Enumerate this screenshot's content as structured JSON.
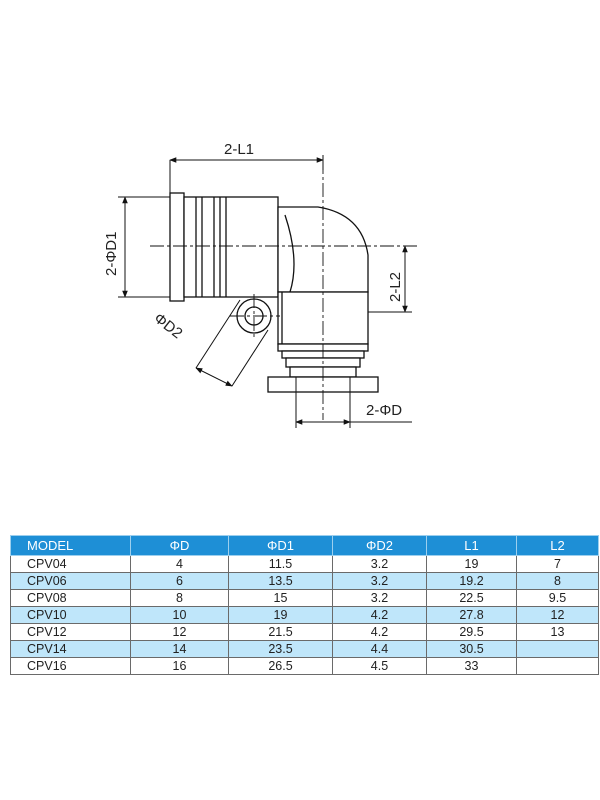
{
  "drawing": {
    "labels": {
      "l1": "2-L1",
      "d1": "2-ΦD1",
      "d2": "ΦD2",
      "l2": "2-L2",
      "d": "2-ΦD"
    }
  },
  "table": {
    "header_color": "#1e8fd6",
    "alt_row_color": "#bfe6fa",
    "headers": [
      "MODEL",
      "ΦD",
      "ΦD1",
      "ΦD2",
      "L1",
      "L2"
    ],
    "rows": [
      [
        "CPV04",
        "4",
        "11.5",
        "3.2",
        "19",
        "7"
      ],
      [
        "CPV06",
        "6",
        "13.5",
        "3.2",
        "19.2",
        "8"
      ],
      [
        "CPV08",
        "8",
        "15",
        "3.2",
        "22.5",
        "9.5"
      ],
      [
        "CPV10",
        "10",
        "19",
        "4.2",
        "27.8",
        "12"
      ],
      [
        "CPV12",
        "12",
        "21.5",
        "4.2",
        "29.5",
        "13"
      ],
      [
        "CPV14",
        "14",
        "23.5",
        "4.4",
        "30.5",
        ""
      ],
      [
        "CPV16",
        "16",
        "26.5",
        "4.5",
        "33",
        ""
      ]
    ]
  }
}
